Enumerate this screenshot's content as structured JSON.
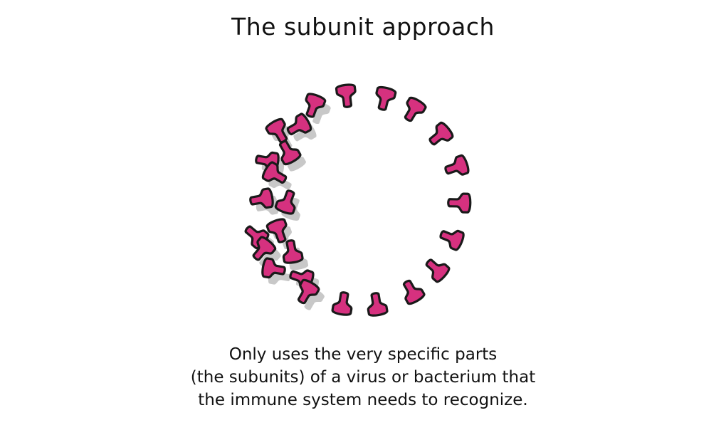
{
  "title": "The subunit approach",
  "caption": {
    "lines": [
      "Only uses the very specific parts",
      "(the subunits) of a virus or bacterium that",
      "the immune system needs to recognize."
    ]
  },
  "colors": {
    "subunit_fill": "#d6317f",
    "subunit_outline": "#1a1a1a",
    "shadow": "#c8c8c8",
    "text": "#111111"
  },
  "icons": {
    "subunit": "y-shaped-protein-subunit-icon"
  }
}
